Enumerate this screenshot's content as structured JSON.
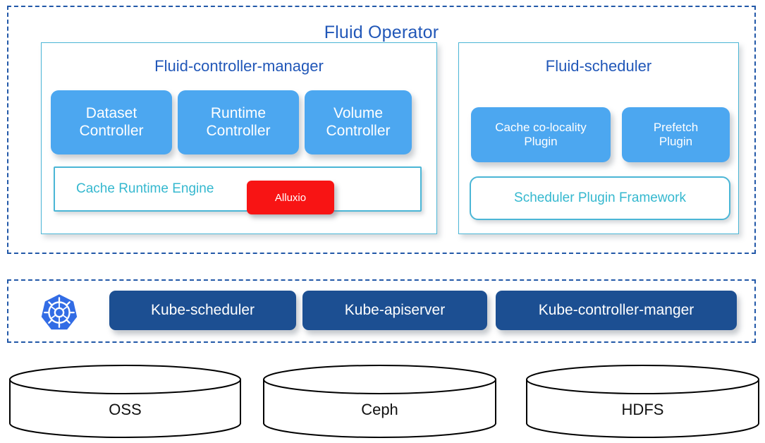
{
  "operator": {
    "title": "Fluid Operator",
    "controller_manager": {
      "title": "Fluid-controller-manager",
      "controllers": [
        {
          "line1": "Dataset",
          "line2": "Controller"
        },
        {
          "line1": "Runtime",
          "line2": "Controller"
        },
        {
          "line1": "Volume",
          "line2": "Controller"
        }
      ],
      "runtime_engine": {
        "label": "Cache Runtime Engine",
        "badge": "Alluxio"
      }
    },
    "scheduler": {
      "title": "Fluid-scheduler",
      "plugins": [
        {
          "line1": "Cache co-locality",
          "line2": "Plugin"
        },
        {
          "line1": "Prefetch",
          "line2": "Plugin"
        }
      ],
      "framework": {
        "label": "Scheduler Plugin Framework"
      }
    }
  },
  "kubernetes": {
    "logo": "kubernetes-icon",
    "components": [
      {
        "label": "Kube-scheduler"
      },
      {
        "label": "Kube-apiserver"
      },
      {
        "label": "Kube-controller-manger"
      }
    ]
  },
  "storage": {
    "systems": [
      {
        "label": "OSS"
      },
      {
        "label": "Ceph"
      },
      {
        "label": "HDFS"
      }
    ]
  },
  "colors": {
    "dashed_border": "#2258a8",
    "panel_border": "#4bb6d6",
    "title_blue": "#2157b8",
    "card_blue": "#4ca7f0",
    "framework_teal": "#35b8cf",
    "alluxio_red": "#f81414",
    "kube_navy": "#1c4f92",
    "k8s_logo_blue": "#326ce5"
  }
}
